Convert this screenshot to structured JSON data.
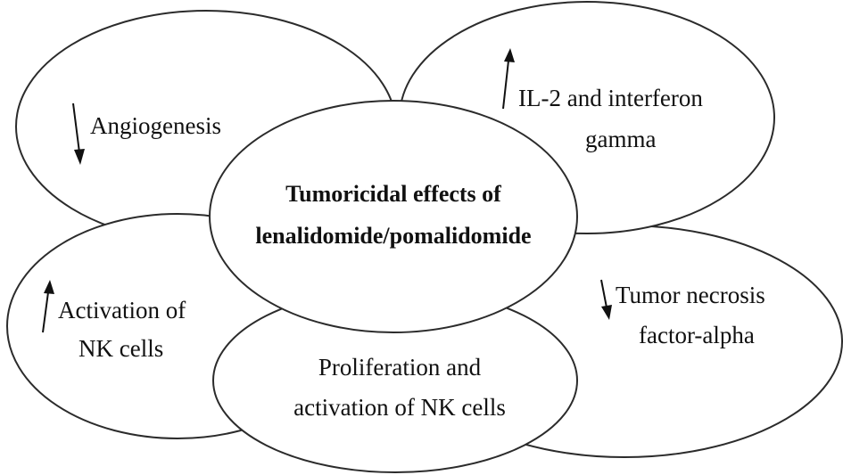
{
  "center": {
    "line1": "Tumoricidal effects of",
    "line2": "lenalidomide/pomalidomide"
  },
  "nodes": {
    "angiogenesis": {
      "line1": "Angiogenesis",
      "arrow": "down"
    },
    "il2": {
      "line1": "IL-2 and interferon",
      "line2": "gamma",
      "arrow": "up"
    },
    "tnf": {
      "line1": "Tumor necrosis",
      "line2": "factor-alpha",
      "arrow": "down"
    },
    "nk_activation": {
      "line1": "Activation of",
      "line2": "NK cells",
      "arrow": "up"
    },
    "nk_proliferation": {
      "line1": "Proliferation and",
      "line2": "activation of NK cells"
    }
  }
}
